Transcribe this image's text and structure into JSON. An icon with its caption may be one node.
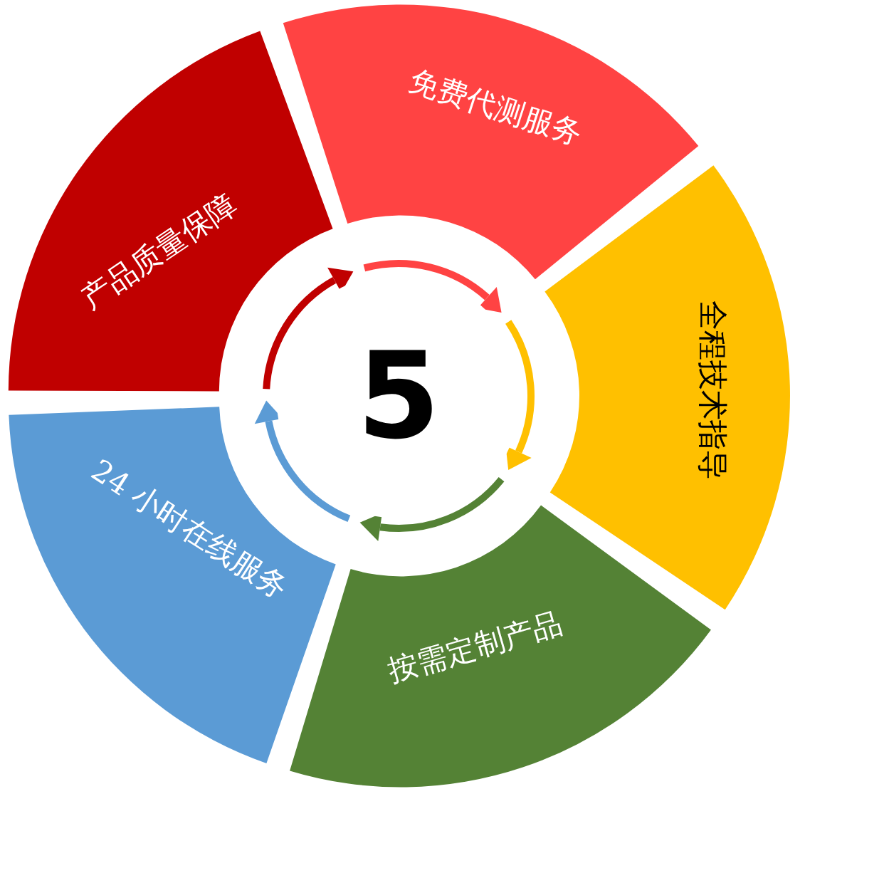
{
  "diagram": {
    "nodes": [
      {
        "text": [
          "免费代测服务"
        ]
      },
      {
        "text": [
          "全程技术指导"
        ]
      },
      {
        "text": [
          "按需定制产品"
        ]
      },
      {
        "text": [
          "24 小时在线服务"
        ]
      },
      {
        "text": [
          "产品质量保障"
        ]
      },
      {
        "text": [
          "5"
        ]
      }
    ]
  }
}
